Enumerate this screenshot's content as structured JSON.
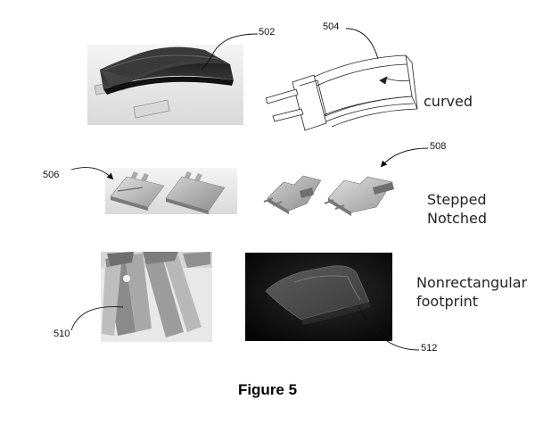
{
  "figure": {
    "caption": "Figure 5",
    "colors": {
      "dark_cell": "#3a3a3a",
      "light_cell": "#c8c8c8",
      "line": "#222222",
      "photo_bg": "#e6e6e6",
      "dark_photo_bg": "#111111"
    }
  },
  "labels": {
    "curved": "curved",
    "stepped": "Stepped",
    "notched": "Notched",
    "nonrect_line1": "Nonrectangular",
    "nonrect_line2": "footprint"
  },
  "refs": {
    "r502": "502",
    "r504": "504",
    "r506": "506",
    "r508": "508",
    "r510": "510",
    "r512": "512"
  }
}
